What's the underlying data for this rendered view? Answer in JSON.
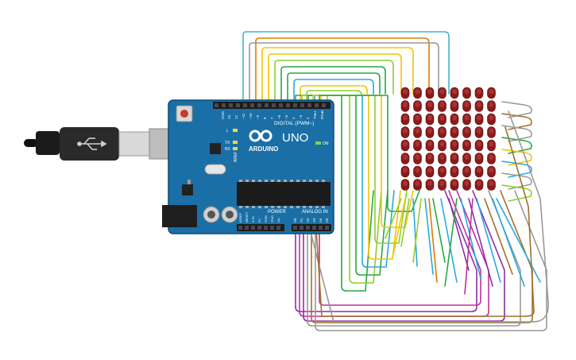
{
  "board": {
    "brand": "ARDUINO",
    "model": "UNO",
    "digital_label": "DIGITAL (PWM~)",
    "power_label": "POWER",
    "analog_label": "ANALOG IN",
    "on_label": "ON",
    "l_label": "L",
    "tx_label": "TX",
    "rx_label": "RX",
    "aref_label": "AREF",
    "gnd_label": "GND",
    "digital_pins": [
      "13",
      "12",
      "~11",
      "~10",
      "~9",
      "8",
      "7",
      "~6",
      "~5",
      "4",
      "~3",
      "2",
      "TX▸1",
      "RX◂0"
    ],
    "power_pins": [
      "IOREF",
      "RESET",
      "3.3V",
      "5V",
      "GND",
      "GND",
      "Vin"
    ],
    "analog_pins": [
      "A0",
      "A1",
      "A2",
      "A3",
      "A4",
      "A5"
    ]
  },
  "led_matrix": {
    "rows": 8,
    "cols": 8,
    "color": "#8b1a1a"
  },
  "wire_colors": [
    "#f2c500",
    "#8fcf2a",
    "#27a844",
    "#29a9e0",
    "#8b2fa6",
    "#c42c9b",
    "#999999",
    "#e07b00",
    "#3fb6cf",
    "#a3702a"
  ],
  "usb": {
    "cable_color": "#111111"
  }
}
